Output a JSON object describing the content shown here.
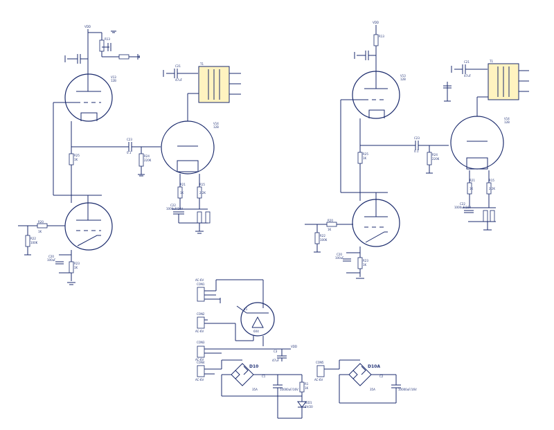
{
  "labels": {
    "l_vcc": "VDD",
    "l_r13": "R13",
    "l_v1_name": "V13",
    "l_v1_type": "12B",
    "l_v2_name": "V14",
    "l_v2_type": "12B",
    "l_c_in": "C21",
    "l_c_in_v": "47uF",
    "l_xfmr": "T1",
    "l_r_grid": "R21",
    "l_r_grid_v": "1K",
    "l_r_cat": "R15",
    "l_r_cat_v": "2.2K",
    "l_c_cat": "C22",
    "l_c_cat_v": "1000uF/16V",
    "l_cpl": "C23",
    "l_cpl_v": "0.1",
    "l_rg": "R24",
    "l_rg_v": "220K",
    "l_rk": "R25",
    "l_rk_v": "1K",
    "l_r_in": "R20",
    "l_r_in_v": "1K",
    "l_r_in2": "R22",
    "l_r_in2_v": "100K",
    "l_c_in2": "C20",
    "l_c_in2_v": "100uF",
    "l_r_k2": "R23",
    "l_r_k2_v": "1K"
  },
  "power": {
    "con1": "CON1",
    "con2": "CON2",
    "con3": "CON3",
    "con4": "CON4",
    "con5": "CON5",
    "ac1": "AC-6V",
    "ac2": "AC-6V",
    "ac3": "AC-6V",
    "ac4": "AC-6V",
    "ac5": "AC-6V",
    "d1": "D10",
    "d2": "D10A",
    "d1_val": "35A",
    "d2_val": "35A",
    "c1": "C1",
    "c1_v": "10000uF/16V",
    "c2": "C2",
    "c2_v": "10000uF/16V",
    "led": "LED1",
    "led_v": "2V/20",
    "r1": "R1",
    "r1_v": "1K",
    "c3": "C3",
    "c3_v": "47uF",
    "vr": "VDD",
    "rect_tube": "V1",
    "rect_type": "6X4"
  },
  "colors": {
    "wire": "#1a2a6c",
    "transformer_fill": "#fff3c0",
    "accent_red": "#d41c1c"
  }
}
